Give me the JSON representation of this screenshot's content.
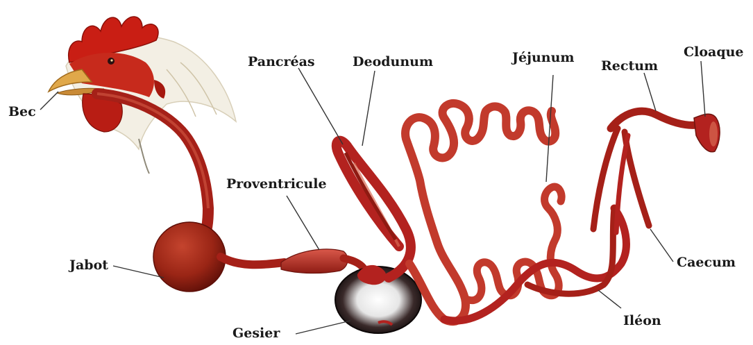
{
  "labels": {
    "bec": "Bec",
    "jabot": "Jabot",
    "gesier": "Gesier",
    "proventricule": "Proventricule",
    "pancreas": "Pancréas",
    "deodunum": "Deodunum",
    "jejunum": "Jéjunum",
    "rectum": "Rectum",
    "cloaque": "Cloaque",
    "caecum": "Caecum",
    "ileon": "Iléon"
  },
  "colors": {
    "tract": "#b3221f",
    "tract_dark": "#7a1210",
    "comb": "#c91e14",
    "head_white": "#f3efe4",
    "beak": "#e0a84a",
    "gizzard_dark": "#1b1414",
    "leader": "#333333"
  }
}
